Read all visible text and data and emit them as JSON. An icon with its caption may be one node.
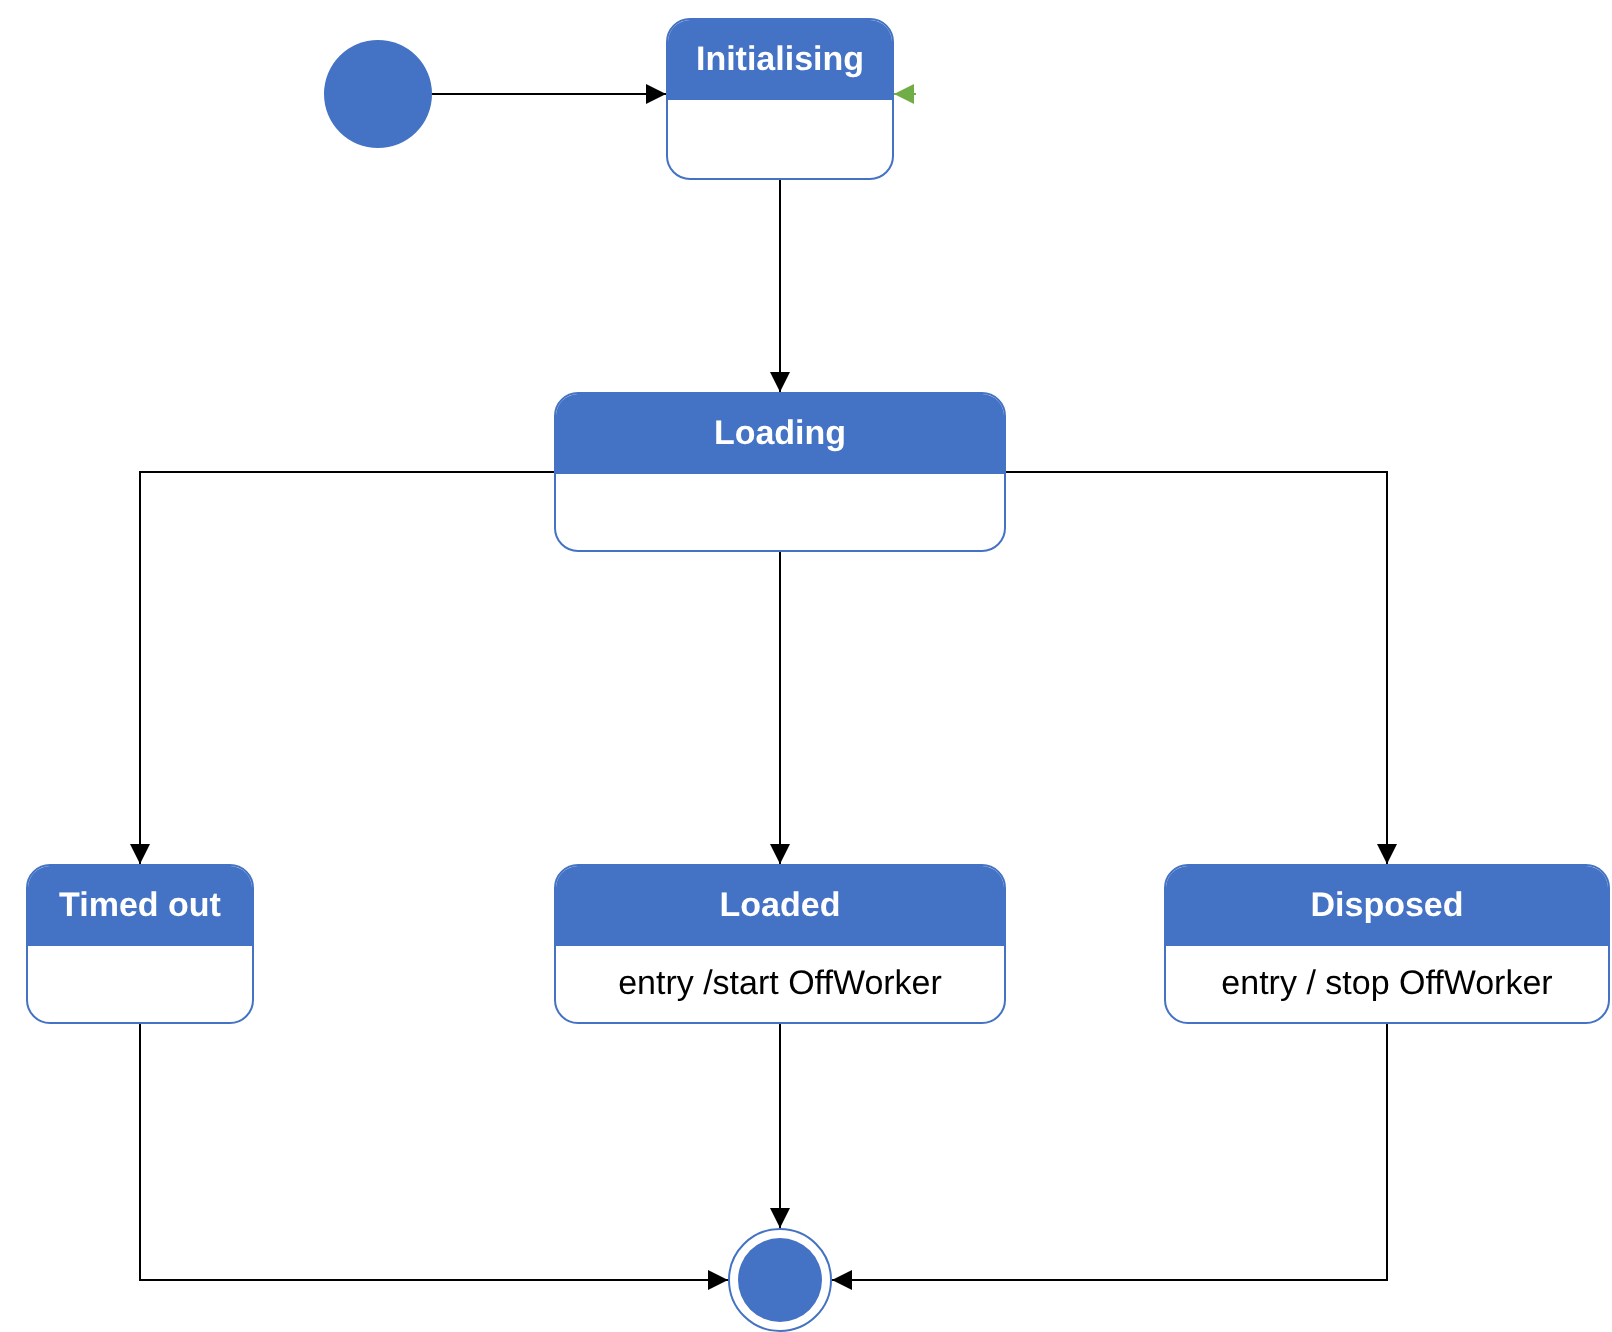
{
  "diagram": {
    "nodes": [
      {
        "text": [],
        "shape": "circle"
      },
      {
        "text": [
          "Initialising"
        ]
      },
      {
        "text": [
          "Loading"
        ]
      },
      {
        "text": [
          "Timed out"
        ]
      },
      {
        "text": [
          "Loaded",
          "entry /start OffWorker"
        ]
      },
      {
        "text": [
          "Disposed",
          "entry / stop OffWorker"
        ]
      },
      {
        "text": [],
        "shape": "circle"
      }
    ],
    "edges": [
      {
        "from": 0,
        "to": 1,
        "arrow": "to"
      },
      {
        "from": null,
        "to": 1,
        "arrow": "to",
        "color": "#70ad47"
      },
      {
        "from": 1,
        "to": 2,
        "arrow": "to"
      },
      {
        "from": 2,
        "to": 3,
        "arrow": "to"
      },
      {
        "from": 2,
        "to": 4,
        "arrow": "to"
      },
      {
        "from": 2,
        "to": 5,
        "arrow": "to"
      },
      {
        "from": 3,
        "to": 6,
        "arrow": "to"
      },
      {
        "from": 4,
        "to": 6,
        "arrow": "to"
      },
      {
        "from": 5,
        "to": 6,
        "arrow": "to"
      }
    ]
  }
}
